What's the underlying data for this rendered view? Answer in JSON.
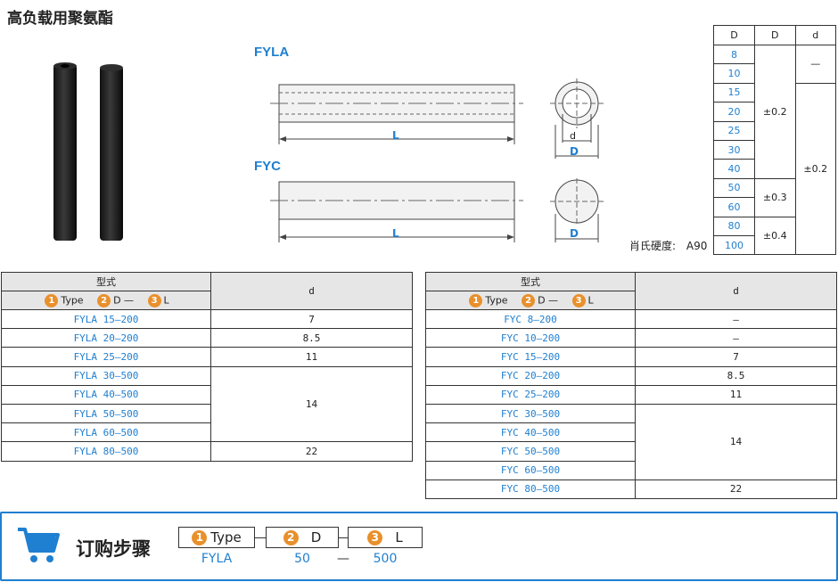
{
  "title": "高负载用聚氨酯",
  "drawings": {
    "fyla_label": "FYLA",
    "fyc_label": "FYC",
    "dim_L": "L",
    "dim_d": "d",
    "dim_D": "D"
  },
  "spec": {
    "headers": [
      "D",
      "D",
      "d"
    ],
    "D_values": [
      "8",
      "10",
      "15",
      "20",
      "25",
      "30",
      "40",
      "50",
      "60",
      "80",
      "100"
    ],
    "tol_02": "±0.2",
    "tol_03": "±0.3",
    "tol_04": "±0.4",
    "d_dash": "—",
    "d_tol": "±0.2",
    "hardness_label": "肖氏硬度:",
    "hardness_value": "A90"
  },
  "table_left": {
    "header_type": "型式",
    "header_sub": {
      "c1": "1",
      "type": "Type",
      "c2": "2",
      "d": "D —",
      "c3": "3",
      "l": "L"
    },
    "header_d": "d",
    "rows": [
      {
        "model": "FYLA 15—200",
        "d": "7"
      },
      {
        "model": "FYLA 20—200",
        "d": "8.5"
      },
      {
        "model": "FYLA 25—200",
        "d": "11"
      },
      {
        "model": "FYLA 30—500",
        "d": ""
      },
      {
        "model": "FYLA 40—500",
        "d": "14"
      },
      {
        "model": "FYLA 50—500",
        "d": ""
      },
      {
        "model": "FYLA 60—500",
        "d": ""
      },
      {
        "model": "FYLA 80—500",
        "d": "22"
      }
    ]
  },
  "table_right": {
    "header_type": "型式",
    "header_sub": {
      "c1": "1",
      "type": "Type",
      "c2": "2",
      "d": "D —",
      "c3": "3",
      "l": "L"
    },
    "header_d": "d",
    "rows": [
      {
        "model": "FYC 8—200",
        "d": "—"
      },
      {
        "model": "FYC 10—200",
        "d": "—"
      },
      {
        "model": "FYC 15—200",
        "d": "7"
      },
      {
        "model": "FYC 20—200",
        "d": "8.5"
      },
      {
        "model": "FYC 25—200",
        "d": "11"
      },
      {
        "model": "FYC 30—500",
        "d": ""
      },
      {
        "model": "FYC 40—500",
        "d": ""
      },
      {
        "model": "FYC 50—500",
        "d": "14"
      },
      {
        "model": "FYC 60—500",
        "d": ""
      },
      {
        "model": "FYC 80—500",
        "d": "22"
      }
    ]
  },
  "order": {
    "title": "订购步骤",
    "c1": "1",
    "type_label": "Type",
    "c2": "2",
    "d_label": "D",
    "c3": "3",
    "l_label": "L",
    "type_value": "FYLA",
    "d_value": "50",
    "dash": "—",
    "l_value": "500"
  },
  "colors": {
    "accent": "#1f7fd0",
    "badge": "#e8902c"
  }
}
